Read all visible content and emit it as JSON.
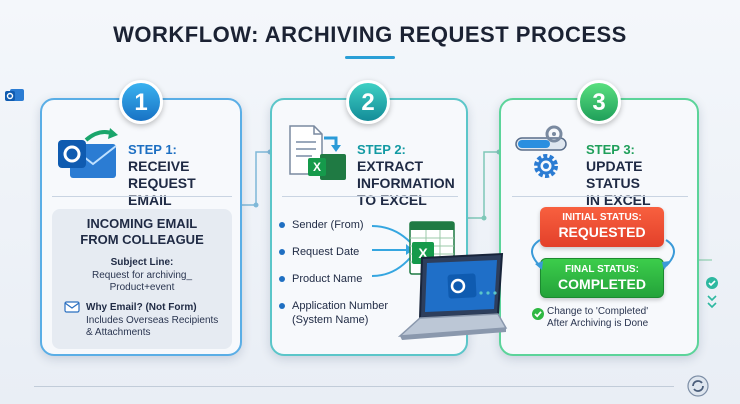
{
  "title": "WORKFLOW: ARCHIVING REQUEST PROCESS",
  "steps": [
    {
      "number": "1",
      "label": "STEP 1:",
      "title": "RECEIVE\nREQUEST\nEMAIL"
    },
    {
      "number": "2",
      "label": "STEP 2:",
      "title": "EXTRACT\nINFORMATION\nTO EXCEL"
    },
    {
      "number": "3",
      "label": "STEP 3:",
      "title": "UPDATE\nSTATUS\nIN EXCEL"
    }
  ],
  "email": {
    "heading": "INCOMING EMAIL\nFROM COLLEAGUE",
    "subject_label": "Subject Line:",
    "subject_value": "Request for archiving_\nProduct+event",
    "why_label": "Why Email? (Not Form)",
    "why_value": "Includes Overseas Recipients\n& Attachments"
  },
  "extract_items": [
    "Sender (From)",
    "Request Date",
    "Product Name",
    "Application Number\n(System Name)"
  ],
  "status": {
    "initial_label": "INITIAL STATUS:",
    "initial_value": "REQUESTED",
    "final_label": "FINAL STATUS:",
    "final_value": "COMPLETED",
    "note": "Change to 'Completed'\nAfter Archiving is Done"
  },
  "colors": {
    "step1": "#2a8fe0",
    "step2": "#22b3b8",
    "step3": "#2fbf6a",
    "initial_status": "#ee4a30",
    "final_status": "#2eb842"
  },
  "icons": {
    "step1": "outlook-email-icon",
    "step2": "document-to-excel-icon",
    "step3": "gear-progress-icon",
    "laptop": "laptop-outlook-icon",
    "check": "check-circle-icon"
  }
}
